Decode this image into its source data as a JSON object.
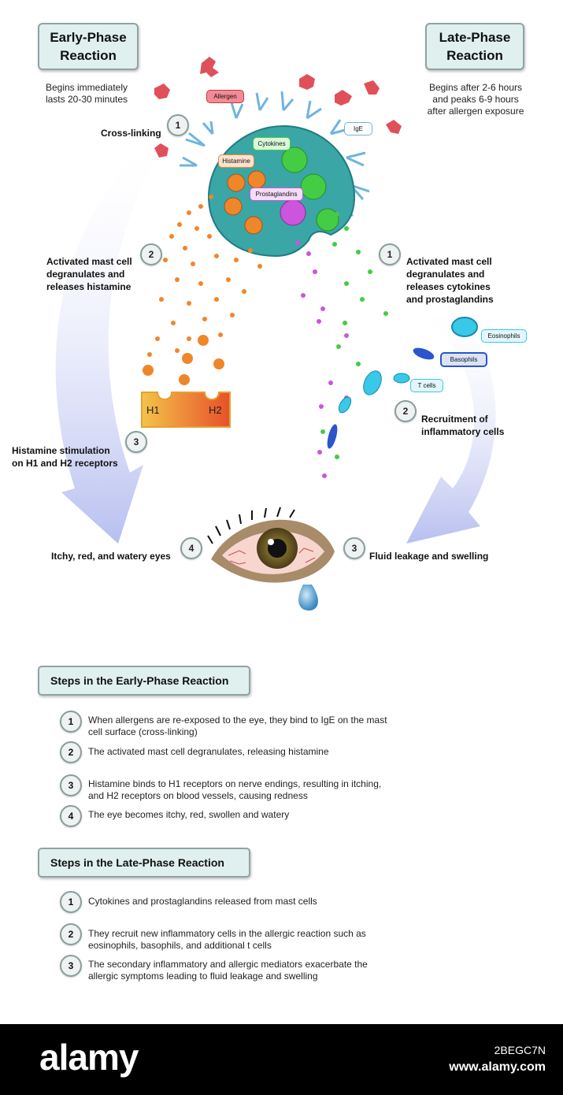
{
  "early_phase": {
    "title_line1": "Early-Phase",
    "title_line2": "Reaction",
    "timing_line1": "Begins immediately",
    "timing_line2": "lasts 20-30 minutes",
    "labels": {
      "cross_linking": "Cross-linking",
      "degranulates_1": "Activated mast cell",
      "degranulates_2": "degranulates and",
      "degranulates_3": "releases histamine",
      "histamine_1": "Histamine stimulation",
      "histamine_2": "on H1 and H2 receptors",
      "eyes": "Itchy, red, and watery eyes"
    },
    "numbers": [
      "1",
      "2",
      "3",
      "4"
    ]
  },
  "late_phase": {
    "title_line1": "Late-Phase",
    "title_line2": "Reaction",
    "timing_line1": "Begins after 2-6 hours",
    "timing_line2": "and peaks 6-9 hours",
    "timing_line3": "after allergen exposure",
    "labels": {
      "releases_1": "Activated mast cell",
      "releases_2": "degranulates and",
      "releases_3": "releases cytokines",
      "releases_4": "and prostaglandins",
      "recruit_1": "Recruitment of",
      "recruit_2": "inflammatory cells",
      "fluid": "Fluid leakage and swelling"
    },
    "numbers": [
      "1",
      "2",
      "3"
    ]
  },
  "diagram_tags": {
    "allergen": "Allergen",
    "ige": "IgE",
    "cytokines": "Cytokines",
    "histamine": "Histamine",
    "prostaglandins": "Prostaglandins",
    "eosinophils": "Eosinophils",
    "basophils": "Basophils",
    "t_cells": "T cells",
    "h1": "H1",
    "h2": "H2"
  },
  "early_steps": {
    "heading": "Steps in the Early-Phase Reaction",
    "items": [
      {
        "num": "1",
        "line1": "When allergens are re-exposed to the eye, they bind to IgE on the mast",
        "line2": "cell surface (cross-linking)"
      },
      {
        "num": "2",
        "line1": "The activated mast cell degranulates, releasing histamine",
        "line2": ""
      },
      {
        "num": "3",
        "line1": "Histamine binds to H1 receptors on nerve endings, resulting in itching,",
        "line2": "and H2 receptors on blood vessels, causing redness"
      },
      {
        "num": "4",
        "line1": "The eye becomes itchy, red, swollen and watery",
        "line2": ""
      }
    ]
  },
  "late_steps": {
    "heading": "Steps in the Late-Phase Reaction",
    "items": [
      {
        "num": "1",
        "line1": "Cytokines and prostaglandins released from mast cells",
        "line2": ""
      },
      {
        "num": "2",
        "line1": "They recruit new inflammatory cells in the allergic reaction such as",
        "line2": "eosinophils, basophils, and additional t cells"
      },
      {
        "num": "3",
        "line1": "The secondary inflammatory and allergic mediators exacerbate the",
        "line2": "allergic symptoms leading to fluid leakage and swelling"
      }
    ]
  },
  "footer": {
    "brand": "alamy",
    "image_id": "2BEGC7N",
    "site": "www.alamy.com"
  },
  "colors": {
    "box_fill": "#dff0ef",
    "box_border": "#8fa3a3",
    "arrow": "#c6cdf5",
    "mast_cell": "#3aa6a6",
    "histamine": "#f0862a",
    "cytokine": "#44cc44",
    "prostaglandin": "#cc55dd",
    "allergen": "#e0323a"
  }
}
